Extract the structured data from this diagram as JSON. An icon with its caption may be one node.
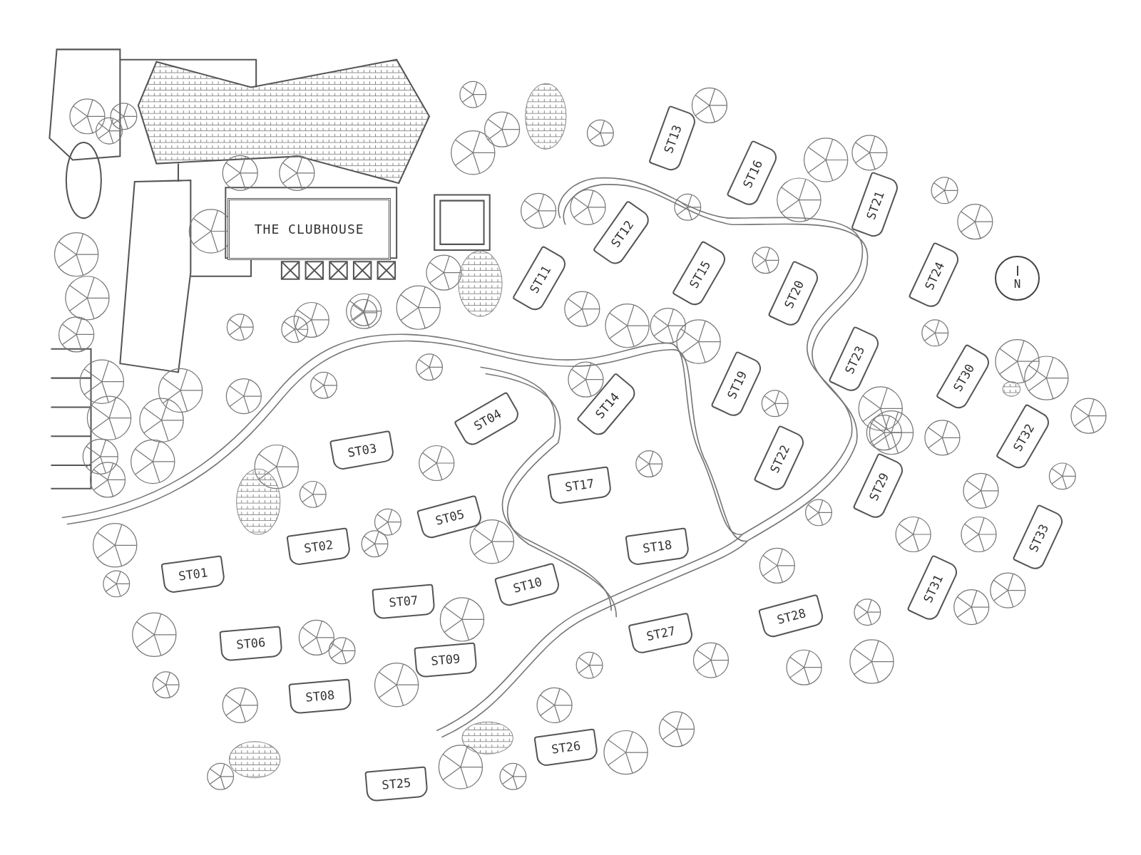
{
  "diagram": {
    "nodes": [
      {
        "text": [
          "THE CLUBHOUSE"
        ]
      },
      {
        "text": [
          "N"
        ]
      },
      {
        "text": [
          "ST01"
        ]
      },
      {
        "text": [
          "ST02"
        ]
      },
      {
        "text": [
          "ST03"
        ]
      },
      {
        "text": [
          "ST04"
        ]
      },
      {
        "text": [
          "ST05"
        ]
      },
      {
        "text": [
          "ST06"
        ]
      },
      {
        "text": [
          "ST07"
        ]
      },
      {
        "text": [
          "ST08"
        ]
      },
      {
        "text": [
          "ST09"
        ]
      },
      {
        "text": [
          "ST10"
        ]
      },
      {
        "text": [
          "ST11"
        ]
      },
      {
        "text": [
          "ST12"
        ]
      },
      {
        "text": [
          "ST13"
        ]
      },
      {
        "text": [
          "ST14"
        ]
      },
      {
        "text": [
          "ST15"
        ]
      },
      {
        "text": [
          "ST16"
        ]
      },
      {
        "text": [
          "ST17"
        ]
      },
      {
        "text": [
          "ST18"
        ]
      },
      {
        "text": [
          "ST19"
        ]
      },
      {
        "text": [
          "ST20"
        ]
      },
      {
        "text": [
          "ST21"
        ]
      },
      {
        "text": [
          "ST22"
        ]
      },
      {
        "text": [
          "ST23"
        ]
      },
      {
        "text": [
          "ST24"
        ]
      },
      {
        "text": [
          "ST25"
        ]
      },
      {
        "text": [
          "ST26"
        ]
      },
      {
        "text": [
          "ST27"
        ]
      },
      {
        "text": [
          "ST28"
        ]
      },
      {
        "text": [
          "ST29"
        ]
      },
      {
        "text": [
          "ST30"
        ]
      },
      {
        "text": [
          "ST31"
        ]
      },
      {
        "text": [
          "ST32"
        ]
      },
      {
        "text": [
          "ST33"
        ]
      }
    ],
    "edges": []
  }
}
